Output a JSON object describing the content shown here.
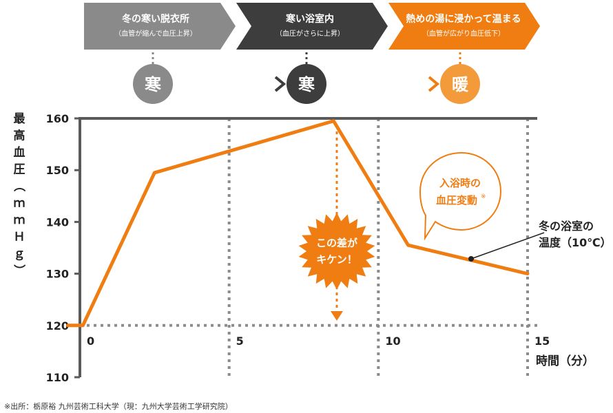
{
  "stages": [
    {
      "title": "冬の寒い脱衣所",
      "subtitle": "（血管が縮んで血圧上昇）",
      "color": "#8a8a8a"
    },
    {
      "title": "寒い浴室内",
      "subtitle": "（血圧がさらに上昇）",
      "color": "#3d3d3d"
    },
    {
      "title": "熱めの湯に浸かって温まる",
      "subtitle": "（血管が広がり血圧低下）",
      "color": "#f07d12"
    }
  ],
  "temps": [
    {
      "label": "寒",
      "color": "#8a8a8a"
    },
    {
      "label": "寒",
      "color": "#3d3d3d"
    },
    {
      "label": "暖",
      "color": "#f39a3a"
    }
  ],
  "chart_data": {
    "type": "line",
    "ylabel": "最高血圧（ｍｍＨｇ）",
    "xlabel": "時間（分）",
    "xlim": [
      0,
      15
    ],
    "ylim": [
      110,
      160
    ],
    "xticks": [
      0,
      5,
      10,
      15
    ],
    "yticks": [
      110,
      120,
      130,
      140,
      150,
      160
    ],
    "series": [
      {
        "color": "#f07d12",
        "x": [
          -0.4,
          0.1,
          2.5,
          8.5,
          11,
          15
        ],
        "y": [
          120,
          120,
          149.5,
          159.5,
          135.5,
          130
        ]
      }
    ],
    "annotations": {
      "burst": [
        "この差が",
        "キケン！"
      ],
      "bubble": [
        "入浴時の",
        "血圧変動"
      ],
      "bubble_mark": "※",
      "callout": [
        "冬の浴室の",
        "温度（10℃）"
      ]
    },
    "source": "※出所：栃原裕 九州芸術工科大学（現：九州大学芸術工学研究院）"
  }
}
